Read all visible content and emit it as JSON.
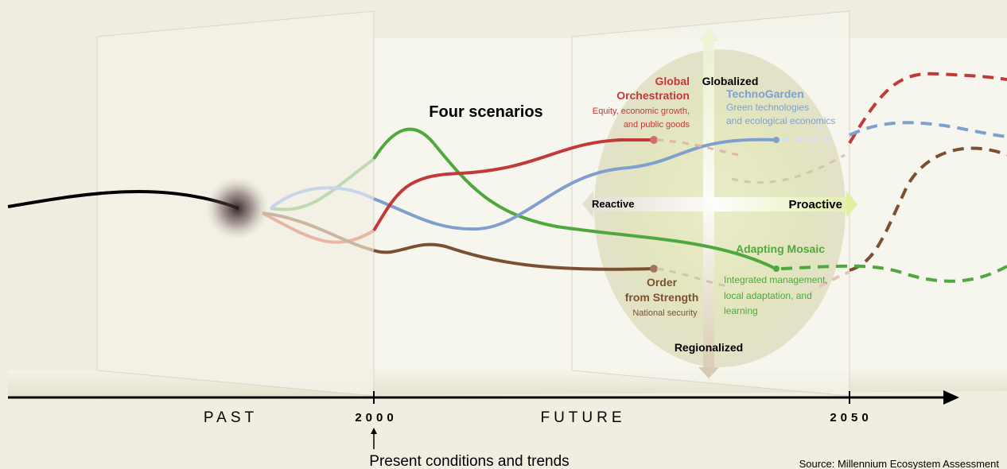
{
  "title": "Four scenarios",
  "axis": {
    "globalized": "Globalized",
    "regionalized": "Regionalized",
    "reactive": "Reactive",
    "proactive": "Proactive"
  },
  "timeline": {
    "past": "PAST",
    "y2000": "2000",
    "future": "FUTURE",
    "y2050": "2050",
    "present_note": "Present conditions and trends"
  },
  "scenarios": {
    "global_orchestration": {
      "name_line1": "Global",
      "name_line2": "Orchestration",
      "desc_line1": "Equity, economic growth,",
      "desc_line2": "and public goods",
      "color": "#c2393a"
    },
    "technogarden": {
      "name": "TechnoGarden",
      "desc_line1": "Green technologies",
      "desc_line2": "and ecological economics",
      "color": "#7f9fce"
    },
    "adapting_mosaic": {
      "name": "Adapting Mosaic",
      "desc_line1": "Integrated management,",
      "desc_line2": "local adaptation, and",
      "desc_line3": "learning",
      "color": "#4fa83d"
    },
    "order_from_strength": {
      "name_line1": "Order",
      "name_line2": "from Strength",
      "desc": "National security",
      "color": "#7b5032"
    }
  },
  "source": "Source: Millennium Ecosystem Assessment"
}
